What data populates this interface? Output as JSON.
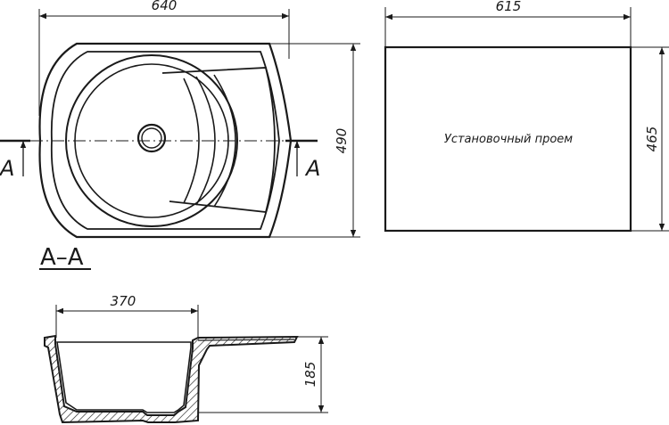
{
  "plan": {
    "width_dim": "640",
    "height_dim": "490",
    "section_mark": "A"
  },
  "cutout": {
    "width_dim": "615",
    "height_dim": "465",
    "label": "Установочный проем"
  },
  "section": {
    "title": "A–A",
    "bowl_width_dim": "370",
    "depth_dim": "185"
  },
  "colors": {
    "line": "#1a1a1a"
  }
}
